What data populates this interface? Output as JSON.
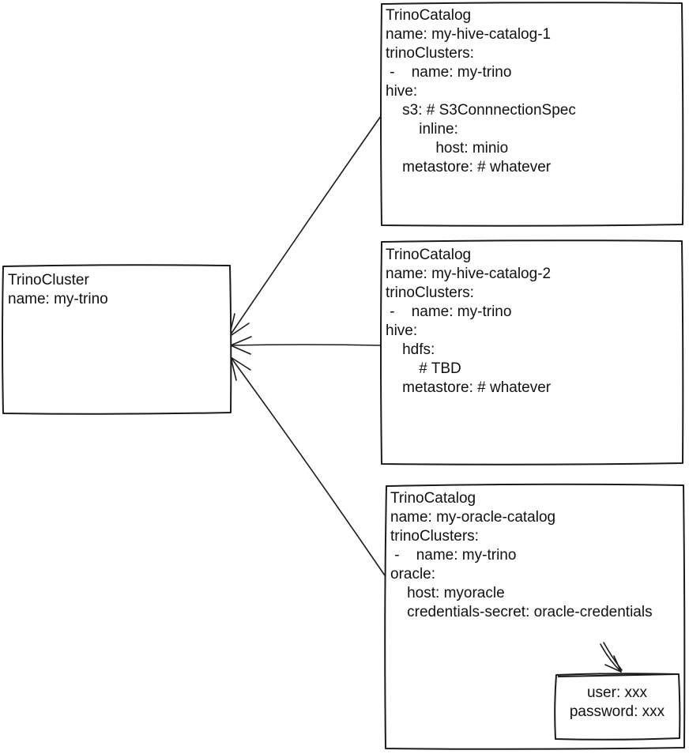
{
  "page": {
    "background_color": "#ffffff",
    "stroke_color": "#1b1b1b",
    "text_color": "#111111"
  },
  "diagram": {
    "nodes": {
      "cluster": {
        "kind": "TrinoCluster",
        "lines": [
          "TrinoCluster",
          "name: my-trino"
        ]
      },
      "catalog1": {
        "kind": "TrinoCatalog",
        "lines": [
          "TrinoCatalog",
          "name: my-hive-catalog-1",
          "trinoClusters:",
          " -    name: my-trino",
          "hive:",
          "    s3: # S3ConnnectionSpec",
          "        inline:",
          "            host: minio",
          "    metastore: # whatever"
        ]
      },
      "catalog2": {
        "kind": "TrinoCatalog",
        "lines": [
          "TrinoCatalog",
          "name: my-hive-catalog-2",
          "trinoClusters:",
          " -    name: my-trino",
          "hive:",
          "    hdfs:",
          "        # TBD",
          "    metastore: # whatever"
        ]
      },
      "catalog3": {
        "kind": "TrinoCatalog",
        "lines": [
          "TrinoCatalog",
          "name: my-oracle-catalog",
          "trinoClusters:",
          " -    name: my-trino",
          "oracle:",
          "    host: myoracle",
          "    credentials-secret: oracle-credentials"
        ]
      },
      "credentials": {
        "kind": "Secret",
        "lines": [
          "user: xxx",
          "password: xxx"
        ]
      }
    },
    "edges": [
      {
        "from": "catalog1",
        "to": "cluster"
      },
      {
        "from": "catalog2",
        "to": "cluster"
      },
      {
        "from": "catalog3",
        "to": "cluster"
      },
      {
        "from": "credentials-secret-reference",
        "to": "credentials"
      }
    ]
  }
}
